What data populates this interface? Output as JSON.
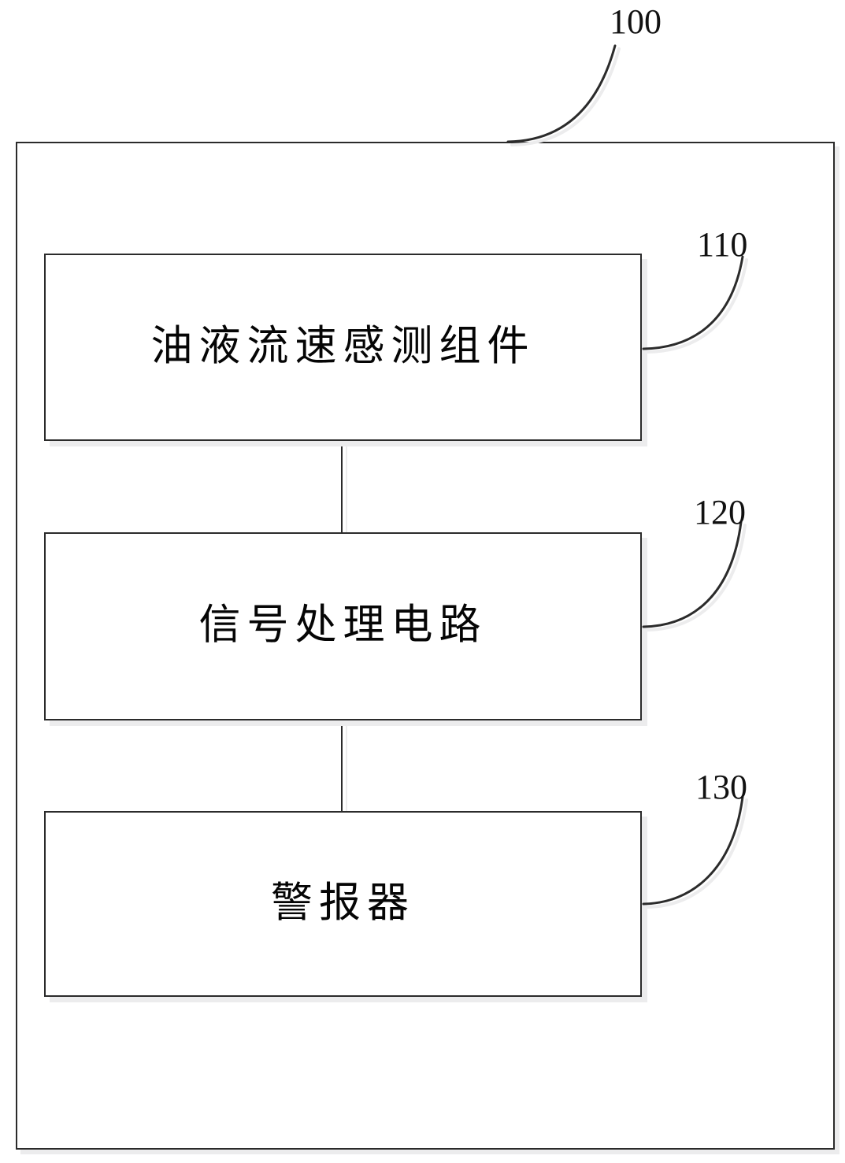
{
  "figure": {
    "type": "patent-block-diagram",
    "language": "zh-CN",
    "system": {
      "ref": "100",
      "name": "outer-system-boundary"
    },
    "blocks": [
      {
        "ref": "110",
        "label": "油液流速感测组件",
        "meaning": "oil flow rate sensing component"
      },
      {
        "ref": "120",
        "label": "信号处理电路",
        "meaning": "signal processing circuit"
      },
      {
        "ref": "130",
        "label": "警报器",
        "meaning": "alarm"
      }
    ],
    "connections": [
      {
        "from": "110",
        "to": "120"
      },
      {
        "from": "120",
        "to": "130"
      }
    ],
    "colors": {
      "line": "#2b2b2b",
      "shadow": "#ececed",
      "text": "#050505",
      "background": "#ffffff"
    }
  }
}
